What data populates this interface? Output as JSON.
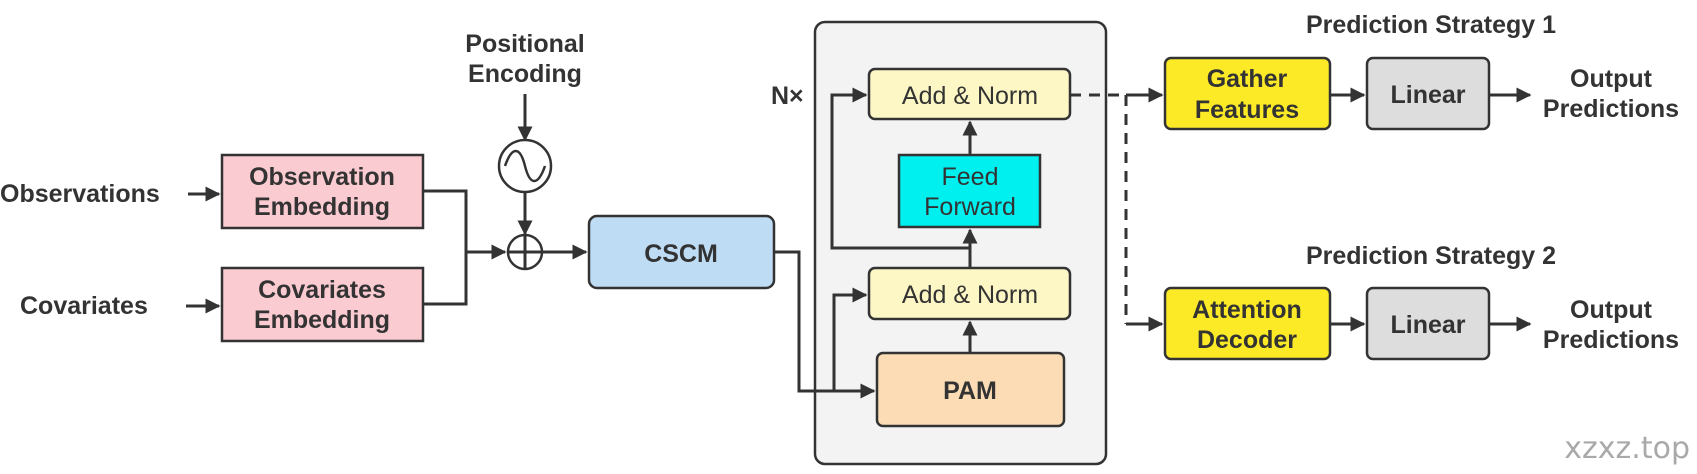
{
  "inputs": {
    "observations": "Observations",
    "covariates": "Covariates",
    "positional_encoding_line1": "Positional",
    "positional_encoding_line2": "Encoding"
  },
  "blocks": {
    "observation_embedding_line1": "Observation",
    "observation_embedding_line2": "Embedding",
    "covariates_embedding_line1": "Covariates",
    "covariates_embedding_line2": "Embedding",
    "cscm": "CSCM",
    "pam": "PAM",
    "add_norm_top": "Add & Norm",
    "add_norm_bottom": "Add & Norm",
    "feed_forward_line1": "Feed",
    "feed_forward_line2": "Forward",
    "repeat_label": "N×"
  },
  "strategy1": {
    "title": "Prediction Strategy 1",
    "gather_line1": "Gather",
    "gather_line2": "Features",
    "linear": "Linear",
    "output_line1": "Output",
    "output_line2": "Predictions"
  },
  "strategy2": {
    "title": "Prediction Strategy 2",
    "attention_line1": "Attention",
    "attention_line2": "Decoder",
    "linear": "Linear",
    "output_line1": "Output",
    "output_line2": "Predictions"
  },
  "watermark": "xzxz.top",
  "colors": {
    "embedding_fill": "#fbcbd2",
    "cscm_fill": "#bfdcf5",
    "pam_fill": "#fcdcb4",
    "add_norm_fill": "#fdf7c5",
    "feed_forward_fill": "#00f0f0",
    "gather_fill": "#fcea27",
    "linear_fill": "#dddddd",
    "container_fill": "#f3f3f3"
  }
}
